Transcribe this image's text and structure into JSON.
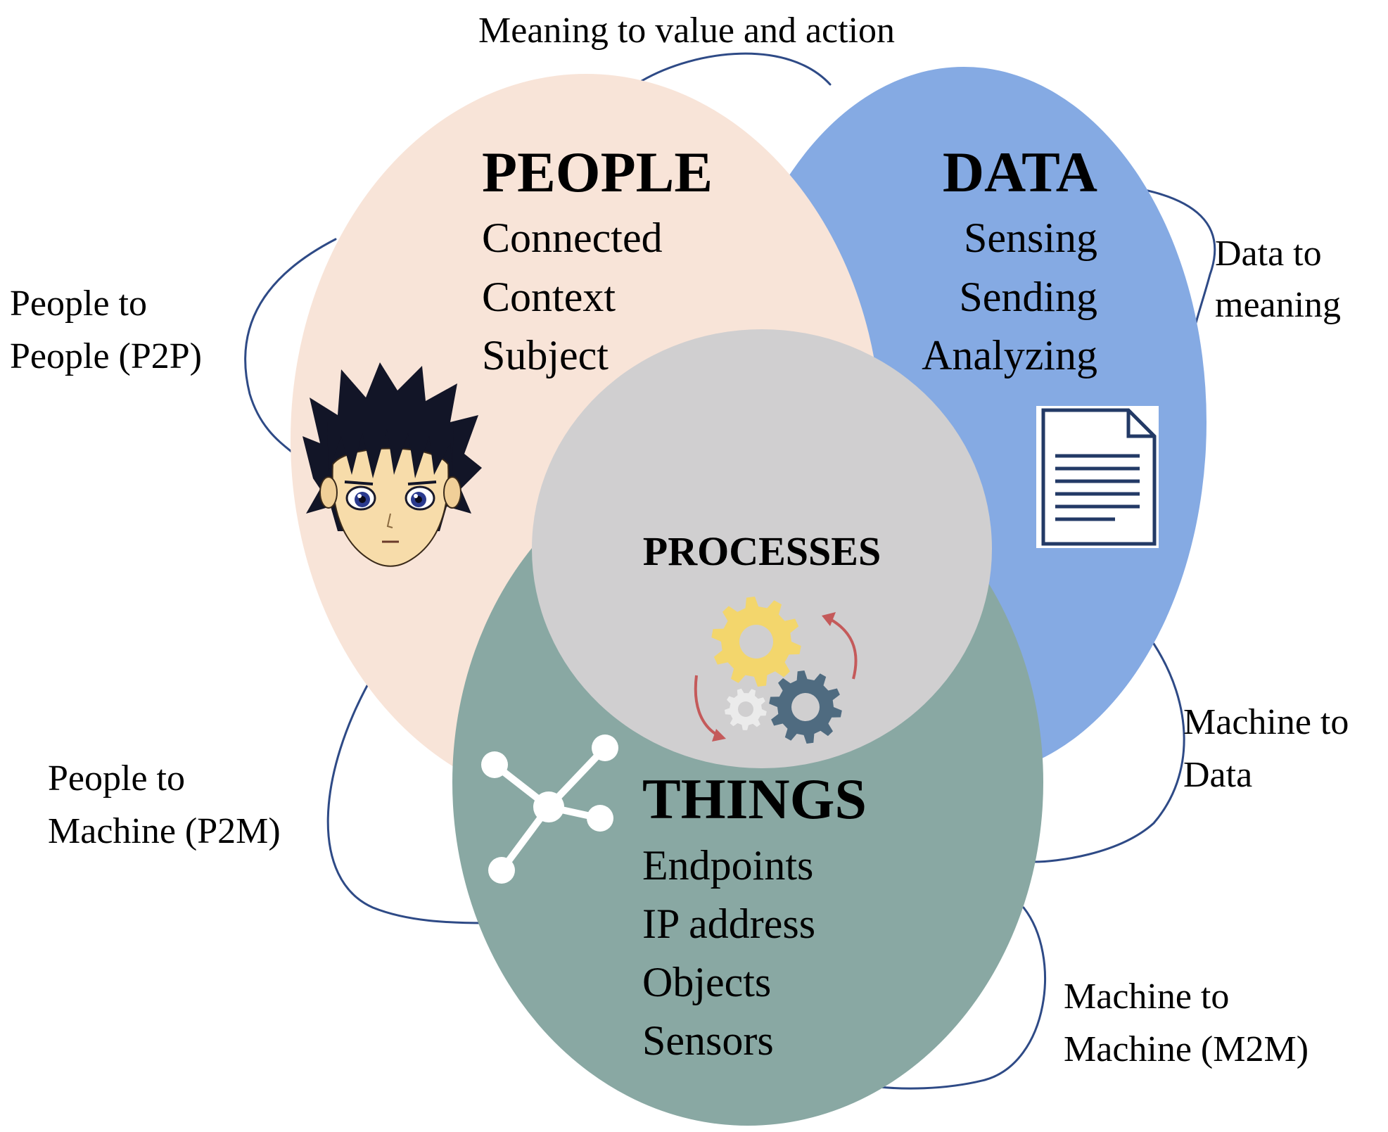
{
  "colors": {
    "people": "#f8e4d8",
    "data": "#85aae3",
    "things": "#89a8a3",
    "processes": "#d0cfd0",
    "connector": "#2e4a86",
    "gear_yellow": "#f3d66c",
    "gear_blue": "#4f6b80",
    "gear_white": "#ebebeb",
    "arrow": "#c45a5a"
  },
  "people": {
    "title": "PEOPLE",
    "items": [
      "Connected",
      "Context",
      "Subject"
    ],
    "icon": "person-face-icon"
  },
  "data": {
    "title": "DATA",
    "items": [
      "Sensing",
      "Sending",
      "Analyzing"
    ],
    "icon": "document-icon"
  },
  "things": {
    "title": "THINGS",
    "items": [
      "Endpoints",
      "IP address",
      "Objects",
      "Sensors"
    ],
    "icon": "network-nodes-icon"
  },
  "processes": {
    "title": "PROCESSES",
    "icon": "gears-cycle-icon"
  },
  "relations": {
    "top": "Meaning to value and action",
    "p2p": [
      "People to",
      "People (P2P)"
    ],
    "d2m": [
      "Data to",
      "meaning"
    ],
    "p2m": [
      "People to",
      "Machine (P2M)"
    ],
    "m2d": [
      "Machine to",
      "Data"
    ],
    "m2m": [
      "Machine to",
      "Machine (M2M)"
    ]
  }
}
